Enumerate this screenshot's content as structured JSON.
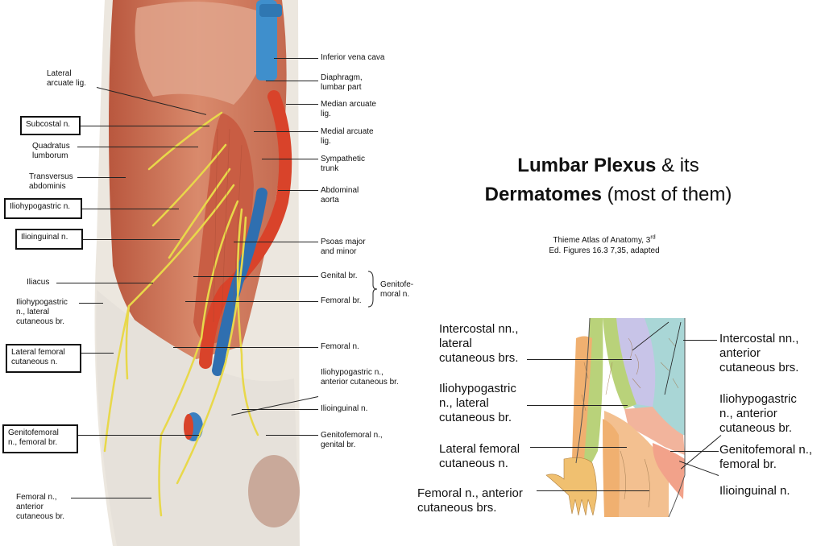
{
  "title": {
    "part1_bold": "Lumbar Plexus",
    "part1_rest": " & its",
    "part2_bold": "Dermatomes",
    "part2_rest": " (most of them)"
  },
  "credit": {
    "line1": "Thieme Atlas of Anatomy, 3",
    "line1_sup": "rd",
    "line2": "Ed. Figures 16.3 7,35, adapted"
  },
  "left_labels": {
    "lateral_arcuate": "Lateral\narcuate lig.",
    "subcostal": "Subcostal n.",
    "quadratus": "Quadratus\nlumborum",
    "transversus": "Transversus\nabdominis",
    "iliohypogastric": "Iliohypogastric n.",
    "ilioinguinal": "Ilioinguinal n.",
    "iliacus": "Iliacus",
    "iliohypo_lateral": "Iliohypogastric\nn., lateral\ncutaneous br.",
    "lateral_femoral": "Lateral femoral\ncutaneous n.",
    "genitofemoral_femoral": "Genitofemoral\nn., femoral br.",
    "femoral_anterior": "Femoral n.,\nanterior\ncutaneous br."
  },
  "right_labels": {
    "ivc": "Inferior vena cava",
    "diaphragm": "Diaphragm,\nlumbar part",
    "median_arcuate": "Median arcuate\nlig.",
    "medial_arcuate": "Medial arcuate\nlig.",
    "sympathetic": "Sympathetic\ntrunk",
    "aorta": "Abdominal\naorta",
    "psoas": "Psoas major\nand minor",
    "genital_br": "Genital br.",
    "femoral_br": "Femoral br.",
    "genitofemoral_group": "Genitofe-\nmoral n.",
    "femoral_n": "Femoral n.",
    "iliohypo_anterior": "Iliohypogastric n.,\nanterior cutaneous br.",
    "ilioinguinal_n": "Ilioinguinal n.",
    "genitofemoral_genital": "Genitofemoral n.,\ngenital br."
  },
  "derm_labels": {
    "intercostal_lateral": "Intercostal nn.,\nlateral\ncutaneous brs.",
    "iliohypo_lateral": "Iliohypogastric\nn., lateral\ncutaneous br.",
    "lateral_femoral": "Lateral femoral\ncutaneous n.",
    "femoral_anterior": "Femoral n., anterior\ncutaneous brs.",
    "intercostal_anterior": "Intercostal nn.,\nanterior\ncutaneous brs.",
    "iliohypo_anterior": "Iliohypogastric\nn., anterior\ncutaneous br.",
    "genitofemoral_femoral": "Genitofemoral n.,\nfemoral br.",
    "ilioinguinal": "Ilioinguinal n."
  },
  "colors": {
    "muscle": "#c4644a",
    "muscle_light": "#dd9a80",
    "skin": "#e8e4dc",
    "nerve": "#e8d84a",
    "vein": "#3a7fc0",
    "artery": "#d9432a",
    "derm_teal": "#a9d6d6",
    "derm_green": "#b9d27a",
    "derm_orange": "#f0b070",
    "derm_pink": "#f2b49c",
    "derm_lavender": "#c8c4e8"
  }
}
